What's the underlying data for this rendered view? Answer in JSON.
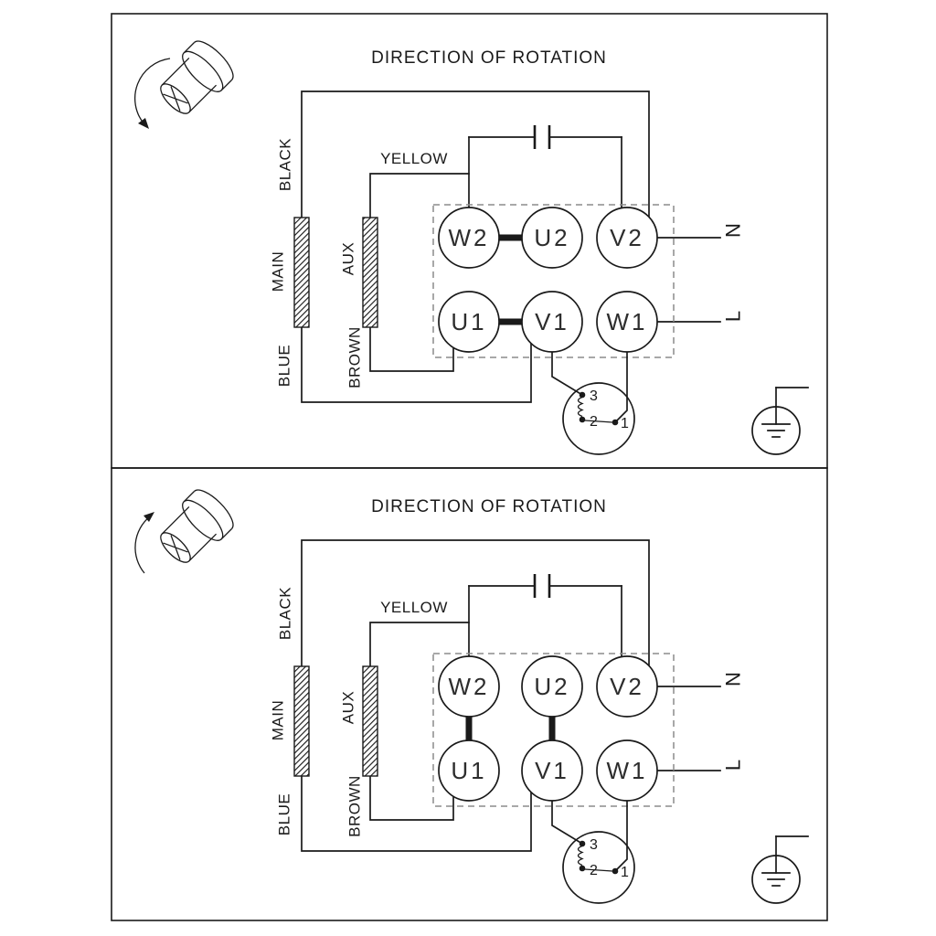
{
  "diagram": {
    "background": "#ffffff",
    "line_color": "#1a1a1a",
    "dashed_box_color": "#8c8c8c",
    "panels": [
      {
        "title": "DIRECTION OF ROTATION",
        "rotation": "counter-clockwise",
        "labels": {
          "black": "BLACK",
          "yellow": "YELLOW",
          "main": "MAIN",
          "aux": "AUX",
          "brown": "BROWN",
          "blue": "BLUE",
          "neutral": "N",
          "live": "L"
        },
        "terminals": {
          "w2": "W2",
          "u2": "U2",
          "v2": "V2",
          "u1": "U1",
          "v1": "V1",
          "w1": "W1"
        },
        "links": [
          "W2-U2",
          "U1-V1"
        ],
        "protector": {
          "t3": "3",
          "t2": "2",
          "t1": "1"
        }
      },
      {
        "title": "DIRECTION OF ROTATION",
        "rotation": "clockwise",
        "labels": {
          "black": "BLACK",
          "yellow": "YELLOW",
          "main": "MAIN",
          "aux": "AUX",
          "brown": "BROWN",
          "blue": "BLUE",
          "neutral": "N",
          "live": "L"
        },
        "terminals": {
          "w2": "W2",
          "u2": "U2",
          "v2": "V2",
          "u1": "U1",
          "v1": "V1",
          "w1": "W1"
        },
        "links": [
          "W2-U1",
          "U2-V1"
        ],
        "protector": {
          "t3": "3",
          "t2": "2",
          "t1": "1"
        }
      }
    ]
  }
}
